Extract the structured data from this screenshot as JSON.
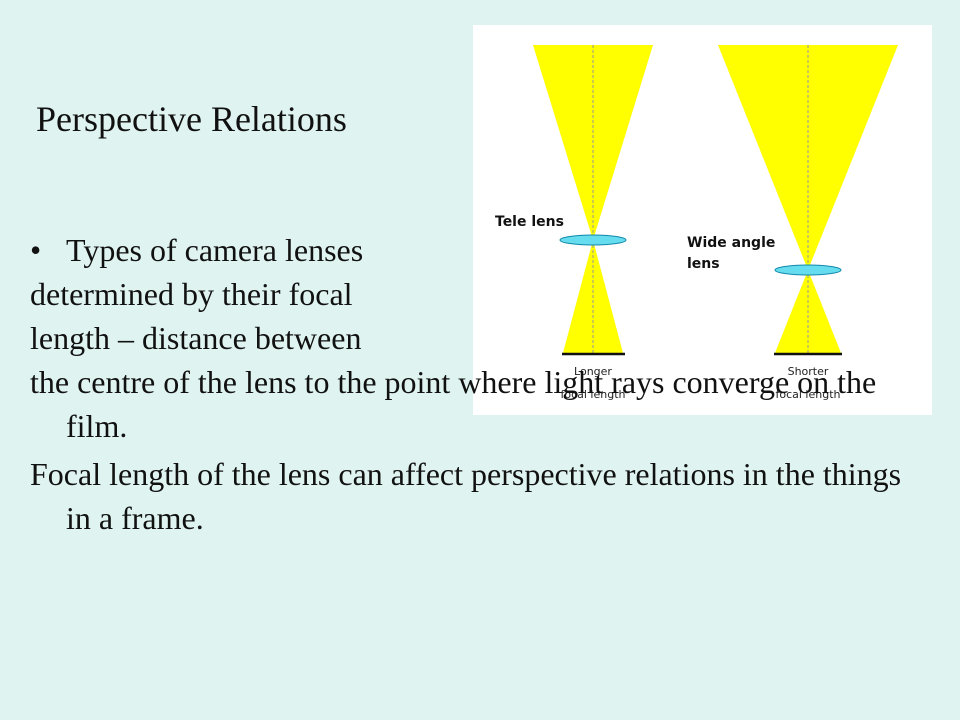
{
  "slide": {
    "title": "Perspective Relations",
    "bullet_symbol": "•",
    "lines": [
      "Types of camera lenses",
      "determined by their focal",
      "length – distance between",
      "the centre of the lens to the point where light rays converge on the film.",
      "Focal length of the lens can affect perspective relations in the things in a frame."
    ]
  },
  "figure": {
    "tele_label": "Tele lens",
    "wide_label_line1": "Wide angle",
    "wide_label_line2": "lens",
    "longer_line1": "Longer",
    "longer_line2": "focal length",
    "shorter_line1": "Shorter",
    "shorter_line2": "focal length",
    "colors": {
      "light_cone": "#ffff00",
      "lens": "#66ddee",
      "panel": "#ffffff",
      "background": "#dff4f1"
    }
  }
}
